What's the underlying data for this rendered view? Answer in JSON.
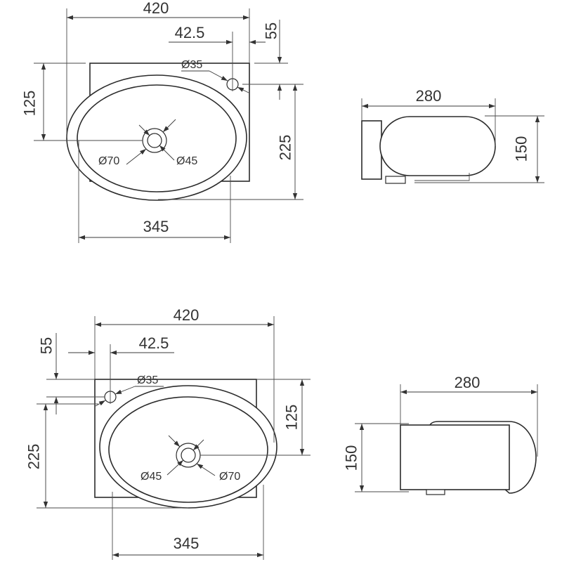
{
  "top_plan": {
    "width": "420",
    "tap_offset_horizontal": "42.5",
    "tap_offset_vertical": "55",
    "tap_hole_diameter": "Ø35",
    "drain_offset": "125",
    "depth": "225",
    "drain_outer_diameter": "Ø70",
    "drain_inner_diameter": "Ø45",
    "bowl_width": "345"
  },
  "top_side": {
    "length": "280",
    "height": "150"
  },
  "bottom_plan": {
    "width": "420",
    "tap_offset_horizontal": "42.5",
    "tap_offset_vertical": "55",
    "tap_hole_diameter": "Ø35",
    "drain_offset": "125",
    "depth": "225",
    "drain_outer_diameter": "Ø70",
    "drain_inner_diameter": "Ø45",
    "bowl_width": "345"
  },
  "bottom_side": {
    "length": "280",
    "height": "150"
  }
}
